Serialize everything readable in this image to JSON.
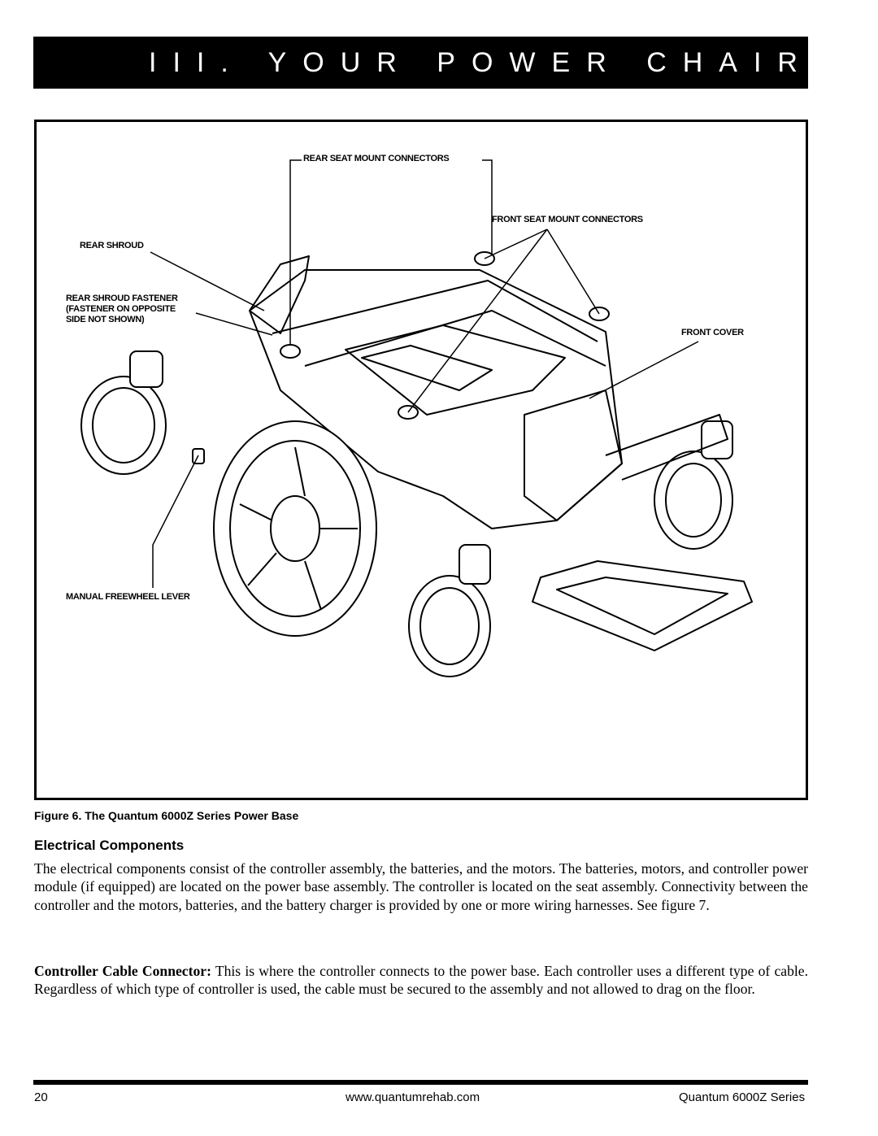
{
  "header": {
    "section_title": "III. YOUR POWER CHAIR"
  },
  "figure": {
    "callouts": {
      "rear_seat_mount_connectors": "REAR SEAT MOUNT CONNECTORS",
      "front_seat_mount_connectors": "FRONT SEAT MOUNT CONNECTORS",
      "rear_shroud": "REAR SHROUD",
      "rear_shroud_fastener_1": "REAR SHROUD FASTENER",
      "rear_shroud_fastener_2": "(FASTENER ON OPPOSITE",
      "rear_shroud_fastener_3": "SIDE NOT SHOWN)",
      "front_cover": "FRONT COVER",
      "manual_freewheel_lever": "MANUAL FREEWHEEL LEVER"
    },
    "caption": "Figure 6. The Quantum 6000Z Series Power Base"
  },
  "section": {
    "heading": "Electrical Components",
    "paragraph1": "The electrical components consist of the controller assembly, the batteries, and the motors. The batteries, motors, and controller power module (if equipped) are located on the power base assembly. The controller is located on the seat assembly. Connectivity between the controller and the motors, batteries, and the battery charger is provided by one or more wiring harnesses. See figure 7.",
    "term2": "Controller Cable Connector:",
    "paragraph2": " This is where the controller connects to the power base. Each controller uses a different type of cable. Regardless of which type of controller is used, the cable must be secured to the assembly and not allowed to drag on the floor."
  },
  "footer": {
    "page_number": "20",
    "website": "www.quantumrehab.com",
    "product": "Quantum 6000Z Series"
  }
}
